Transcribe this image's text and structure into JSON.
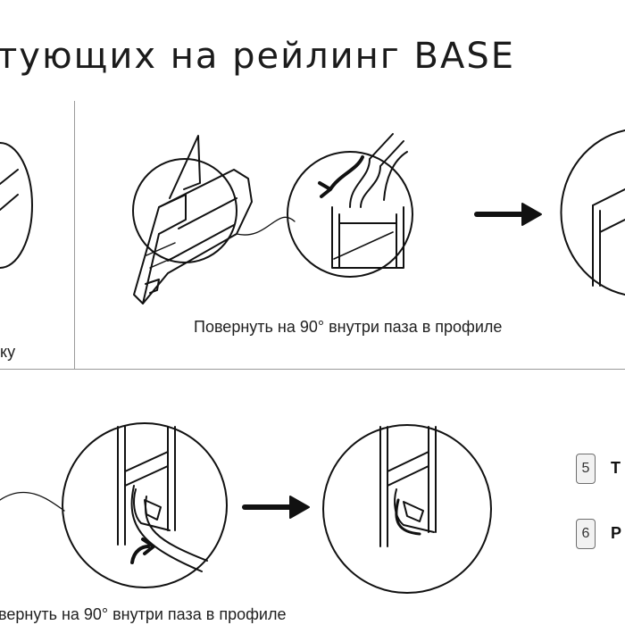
{
  "title": "тующих на рейлинг BASE",
  "left_partial_caption": "ку",
  "captions": {
    "top": "Повернуть на 90° внутри паза в профиле",
    "bottom": "вернуть на 90° внутри паза в профиле"
  },
  "steps": [
    {
      "number": "5",
      "label": "Т"
    },
    {
      "number": "6",
      "label": "Р"
    }
  ]
}
